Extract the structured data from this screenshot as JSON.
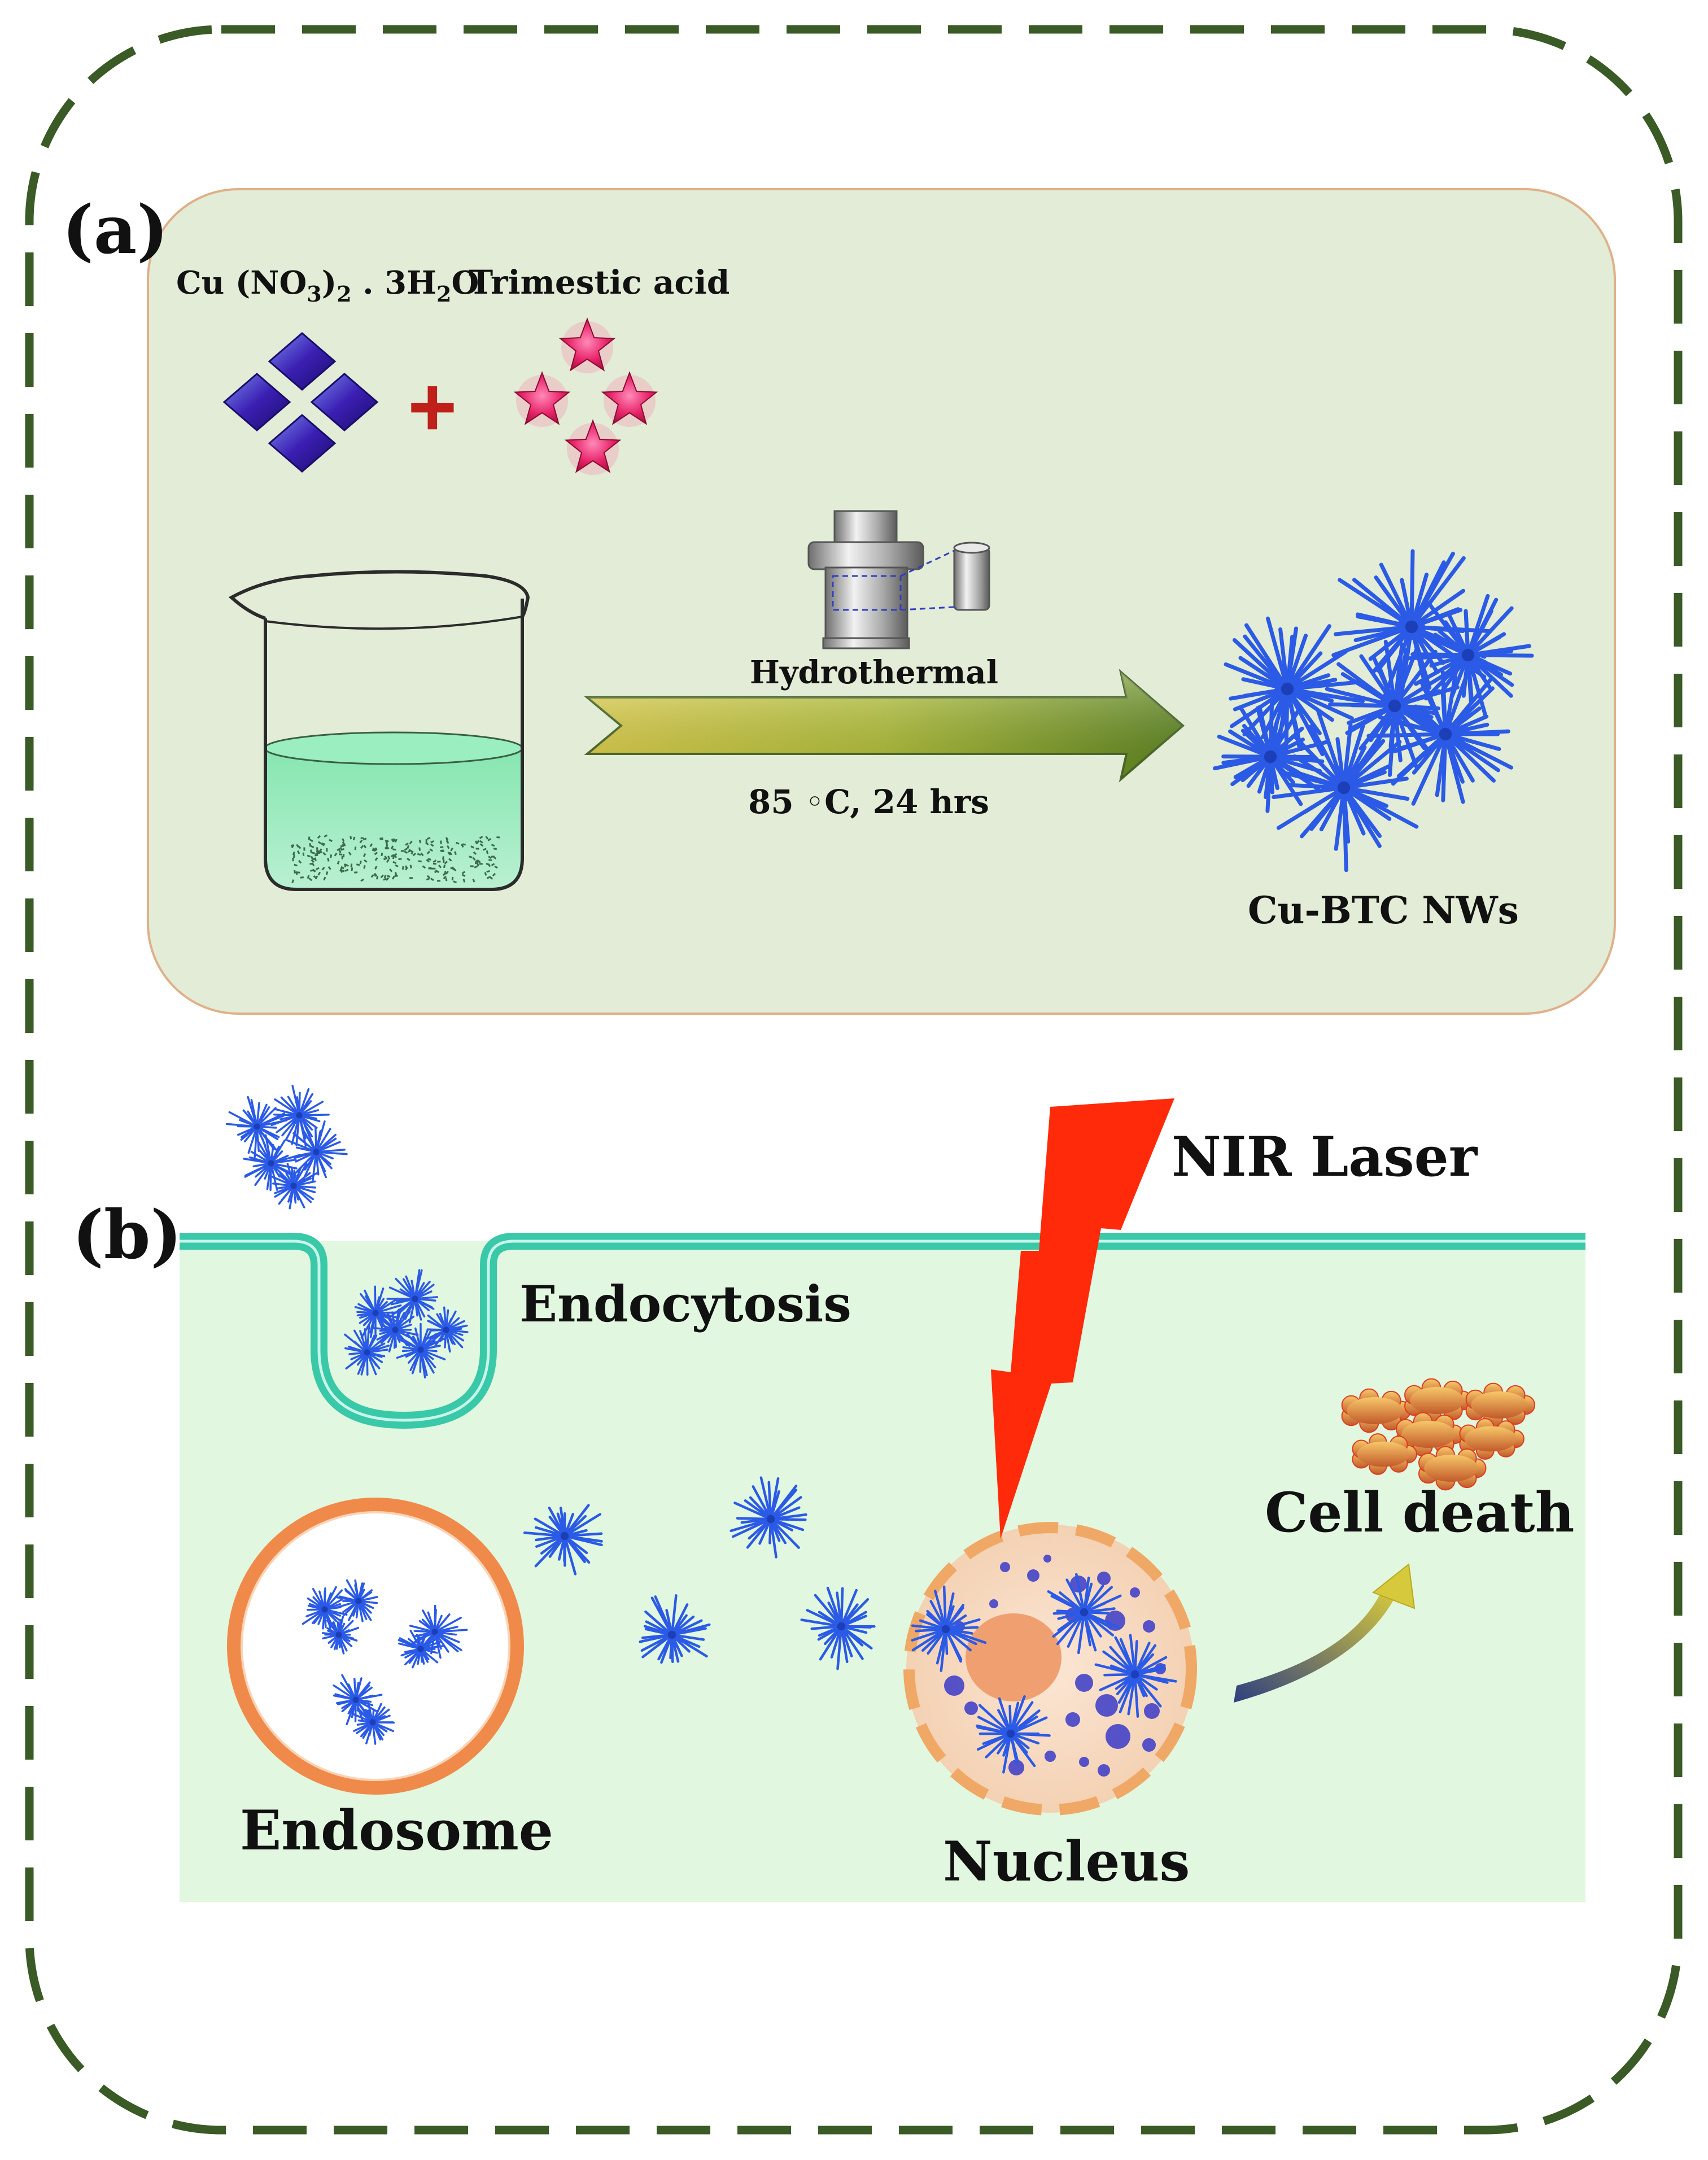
{
  "panel_a": {
    "label": "(a)",
    "reagent1_parts": [
      "Cu (NO",
      "3",
      ")",
      "2",
      " . 3H",
      "2",
      "O"
    ],
    "reagent2": "Trimestic acid",
    "plus": "+",
    "process": "Hydrothermal",
    "conditions": "85 ◦C, 24 hrs",
    "product": "Cu-BTC NWs"
  },
  "panel_b": {
    "label": "(b)",
    "laser": "NIR Laser",
    "endocytosis": "Endocytosis",
    "endosome": "Endosome",
    "nucleus": "Nucleus",
    "cell_death": "Cell death"
  },
  "colors": {
    "frame_dash": "#3a5a26",
    "panel_a_bg": "#e2ecd6",
    "panel_a_border": "#e0b088",
    "cell_bg": "#e1f7df",
    "membrane": "#39c8a8",
    "nanowire": "#2a5ae6",
    "crystal": "#3a2ab0",
    "star": "#e8246a",
    "plus": "#c0201a",
    "laser": "#ff2a0a",
    "endosome_ring": "#f08a4a",
    "nucleus_fill": "#f6d2b6",
    "nucleolus": "#f0a070"
  },
  "icons": [
    "copper-nitrate-crystal-icon",
    "trimesic-acid-star-icon",
    "beaker-icon",
    "autoclave-icon",
    "reaction-arrow-icon",
    "nanowire-cluster-icon",
    "lightning-bolt-icon",
    "curved-arrow-icon",
    "dead-cell-debris-icon"
  ]
}
